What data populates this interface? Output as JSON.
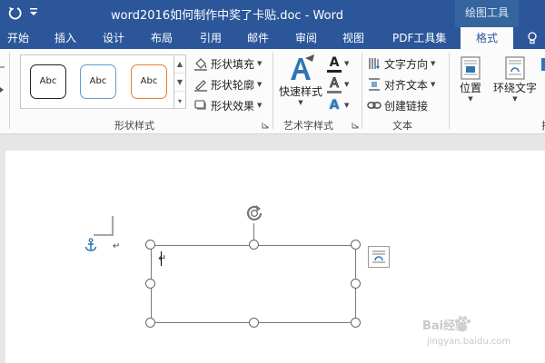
{
  "titlebar": {
    "title": "word2016如何制作中奖了卡贴.doc - Word",
    "context_title": "绘图工具"
  },
  "tabs": [
    {
      "label": "开始"
    },
    {
      "label": "插入"
    },
    {
      "label": "设计"
    },
    {
      "label": "布局"
    },
    {
      "label": "引用"
    },
    {
      "label": "邮件"
    },
    {
      "label": "审阅"
    },
    {
      "label": "视图"
    },
    {
      "label": "PDF工具集"
    },
    {
      "label": "格式",
      "active": true
    }
  ],
  "tell_me": {
    "label": "♀"
  },
  "ribbon": {
    "shape_styles": {
      "group_label": "形状样式",
      "gallery": [
        {
          "label": "Abc",
          "border_color": "#222222"
        },
        {
          "label": "Abc",
          "border_color": "#5b9bd5"
        },
        {
          "label": "Abc",
          "border_color": "#ed7d31"
        }
      ],
      "fill": "形状填充",
      "outline": "形状轮廓",
      "effects": "形状效果"
    },
    "wordart": {
      "group_label": "艺术字样式",
      "quick_styles": "快速样式",
      "text_fill_glyph": "A",
      "text_outline_glyph": "A",
      "text_effects_glyph": "A"
    },
    "text": {
      "group_label": "文本",
      "direction": "文字方向",
      "align": "对齐文本",
      "link": "创建链接"
    },
    "arrange": {
      "position": "位置",
      "wrap": "环绕文字",
      "group_label_partial": "排"
    }
  },
  "document": {
    "paragraph_mark": "↵",
    "textbox_mark": "↵"
  },
  "watermark": {
    "brand": "Bai经验",
    "url": "jingyan.baidu.com"
  },
  "colors": {
    "word_blue": "#2b579a",
    "ribbon_bg": "#fbfbfb",
    "accent_blue": "#2e75b6"
  }
}
